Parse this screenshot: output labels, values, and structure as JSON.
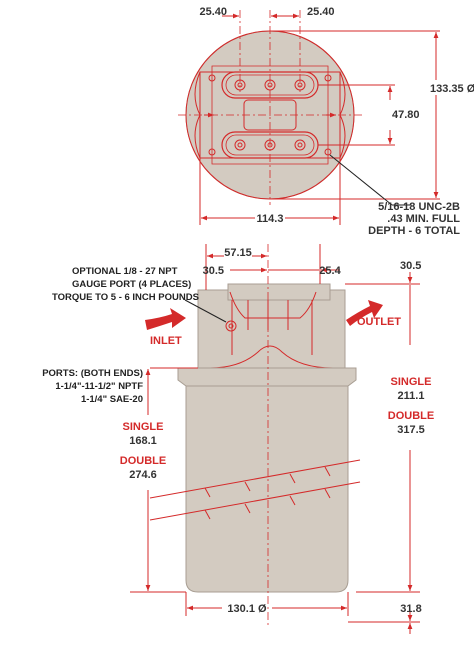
{
  "colors": {
    "accent_red": "#d42a2a",
    "body_fill": "#d3cbc1",
    "text_dark": "#333333",
    "background": "#ffffff"
  },
  "top_view": {
    "dim_left": "25.40",
    "dim_right": "25.40",
    "dim_diameter": "133.35 Ø",
    "dim_center_height": "47.80",
    "dim_bolt_spacing": "114.3",
    "thread_note": [
      "5/16-18 UNC-2B",
      ".43 MIN. FULL",
      "DEPTH - 6 TOTAL"
    ]
  },
  "side_view": {
    "dim_top_width": "57.15",
    "dim_left_offset": "30.5",
    "dim_right_offset": "25.4",
    "dim_right_top": "30.5",
    "gauge_note": [
      "OPTIONAL 1/8 - 27 NPT",
      "GAUGE PORT (4 PLACES)",
      "TORQUE TO 5 - 6 INCH POUNDS"
    ],
    "ports_note": [
      "PORTS: (BOTH ENDS)",
      "1-1/4\"-11-1/2\" NPTF",
      "1-1/4\" SAE-20"
    ],
    "inlet_label": "INLET",
    "outlet_label": "OUTLET",
    "left_single_label": "SINGLE",
    "left_single_value": "168.1",
    "left_double_label": "DOUBLE",
    "left_double_value": "274.6",
    "right_single_label": "SINGLE",
    "right_single_value": "211.1",
    "right_double_label": "DOUBLE",
    "right_double_value": "317.5",
    "dim_body_diameter": "130.1 Ø",
    "dim_bottom_right": "31.8"
  }
}
